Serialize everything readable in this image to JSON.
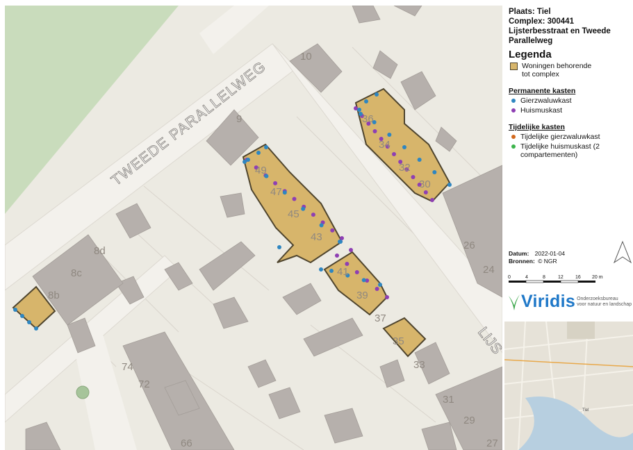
{
  "title": {
    "plaats": "Plaats: Tiel",
    "complex": "Complex: 300441",
    "straat": "Lijsterbesstraat en Tweede Parallelweg"
  },
  "legend": {
    "heading": "Legenda",
    "woningen": "Woningen behorende tot complex",
    "permanent_heading": "Permanente kasten",
    "permanent_items": [
      "Gierzwaluwkast",
      "Huismuskast"
    ],
    "temporary_heading": "Tijdelijke kasten",
    "temporary_items": [
      "Tijdelijke gierzwaluwkast",
      "Tijdelijke huismuskast (2 compartementen)"
    ]
  },
  "colors": {
    "complex_fill": "#d7b56b",
    "complex_stroke": "#4f452e",
    "gierzwaluw": "#2e86c1",
    "huismus": "#8e3fb3",
    "tijdelijk_gierzwaluw": "#d2691e",
    "tijdelijk_huismus": "#3cb44b",
    "building": "#b6b0ac",
    "road": "#f3f1ec",
    "green": "#c9dcbc"
  },
  "meta": {
    "datum_label": "Datum:",
    "datum_value": "2022-01-04",
    "bronnen_label": "Bronnen:",
    "bronnen_value": "© NGR"
  },
  "scalebar": {
    "ticks": [
      "0",
      "4",
      "8",
      "12",
      "16",
      "20 m"
    ]
  },
  "logo": {
    "word": "Viridis",
    "subtitle_1": "Onderzoeksbureau",
    "subtitle_2": "voor natuur en landschap"
  },
  "map": {
    "street_labels": [
      "TWEEDE PARALLELWEG",
      "LIJS"
    ],
    "house_numbers": [
      "10",
      "9",
      "36",
      "34",
      "32",
      "30",
      "49",
      "47",
      "45",
      "43",
      "41",
      "39",
      "37",
      "35",
      "33",
      "26",
      "24",
      "8d",
      "8c",
      "8b",
      "74",
      "72",
      "66",
      "31",
      "29",
      "27"
    ]
  },
  "overview": {
    "place_label": "Tiel"
  }
}
